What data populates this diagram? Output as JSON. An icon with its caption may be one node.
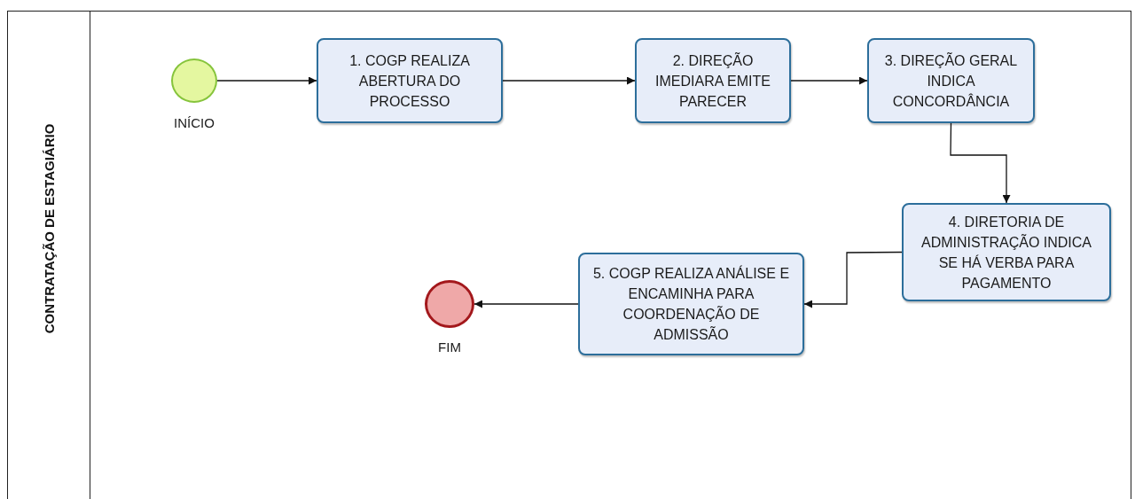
{
  "diagram": {
    "nodes": [
      {
        "text": [
          "CONTRATAÇÃO DE ESTAGIÁRIO"
        ]
      },
      {
        "text": [],
        "shape": "circle",
        "in": 0,
        "beside": [
          "INÍCIO"
        ]
      },
      {
        "text": [
          "1. COGP REALIZA ABERTURA DO PROCESSO"
        ],
        "in": 0
      },
      {
        "text": [
          "2. DIREÇÃO IMEDIARA EMITE PARECER"
        ],
        "in": 0
      },
      {
        "text": [
          "3. DIREÇÃO GERAL INDICA CONCORDÂNCIA"
        ],
        "in": 0
      },
      {
        "text": [
          "4. DIRETORIA DE ADMINISTRAÇÃO INDICA SE HÁ VERBA PARA PAGAMENTO"
        ],
        "in": 0
      },
      {
        "text": [
          "5. COGP REALIZA ANÁLISE E ENCAMINHA PARA COORDENAÇÃO DE ADMISSÃO"
        ],
        "in": 0
      },
      {
        "text": [],
        "shape": "circle",
        "in": 0,
        "beside": [
          "FIM"
        ]
      }
    ],
    "edges": [
      {
        "from": 1,
        "to": 2,
        "arrow": "to"
      },
      {
        "from": 2,
        "to": 3,
        "arrow": "to"
      },
      {
        "from": 3,
        "to": 4,
        "arrow": "to"
      },
      {
        "from": 4,
        "to": 5,
        "arrow": "to"
      },
      {
        "from": 5,
        "to": 6,
        "arrow": "to"
      },
      {
        "from": 6,
        "to": 7,
        "arrow": "to"
      }
    ]
  }
}
